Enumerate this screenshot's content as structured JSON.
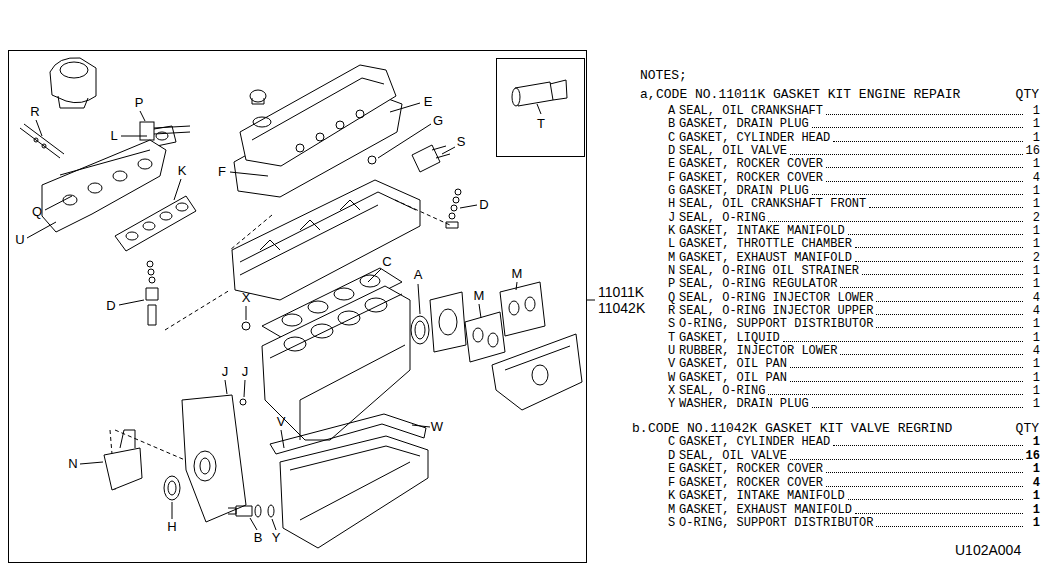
{
  "diagram": {
    "nodes": [
      {
        "text": [
          "T"
        ]
      }
    ],
    "labels": [
      "R",
      "P",
      "L",
      "K",
      "Q",
      "U",
      "E",
      "F",
      "G",
      "S",
      "D",
      "D",
      "C",
      "A",
      "M",
      "M",
      "X",
      "J",
      "J",
      "W",
      "V",
      "N",
      "H",
      "B",
      "Y",
      "11011K",
      "11042K",
      "NOTES;",
      "a,",
      "CODE NO.11011K GASKET KIT ENGINE REPAIR",
      "QTY",
      "A",
      "SEAL, OIL CRANKSHAFT",
      "1",
      "B",
      "GASKET, DRAIN PLUG",
      "1",
      "C",
      "GASKET, CYLINDER HEAD",
      "1",
      "D",
      "SEAL, OIL VALVE",
      "16",
      "E",
      "GASKET, ROCKER COVER",
      "1",
      "F",
      "GASKET, ROCKER COVER",
      "4",
      "G",
      "GASKET, DRAIN PLUG",
      "1",
      "H",
      "SEAL, OIL CRANKSHAFT FRONT",
      "1",
      "J",
      "SEAL, O-RING",
      "2",
      "K",
      "GASKET, INTAKE MANIFOLD",
      "1",
      "L",
      "GASKET, THROTTLE CHAMBER",
      "1",
      "M",
      "GASKET, EXHAUST MANIFOLD",
      "2",
      "N",
      "SEAL, O-RING OIL STRAINER",
      "1",
      "P",
      "SEAL, O-RING REGULATOR",
      "1",
      "Q",
      "SEAL, O-RING INJECTOR LOWER",
      "4",
      "R",
      "SEAL, O-RING INJECTOR UPPER",
      "4",
      "S",
      "O-RING, SUPPORT DISTRIBUTOR",
      "1",
      "T",
      "GASKET, LIQUID",
      "1",
      "U",
      "RUBBER, INJECTOR LOWER",
      "4",
      "V",
      "GASKET, OIL PAN",
      "1",
      "W",
      "GASKET, OIL PAN",
      "1",
      "X",
      "SEAL, O-RING",
      "1",
      "Y",
      "WASHER, DRAIN PLUG",
      "1",
      "b.",
      "CODE NO.11042K GASKET KIT VALVE REGRIND",
      "QTY",
      "C",
      "GASKET, CYLINDER HEAD",
      "1",
      "D",
      "SEAL, OIL VALVE",
      "16",
      "E",
      "GASKET, ROCKER COVER",
      "1",
      "F",
      "GASKET, ROCKER COVER",
      "4",
      "K",
      "GASKET, INTAKE MANIFOLD",
      "1",
      "M",
      "GASKET, EXHAUST MANIFOLD",
      "1",
      "S",
      "O-RING, SUPPORT DISTRIBUTOR",
      "1",
      "U102A004"
    ]
  }
}
